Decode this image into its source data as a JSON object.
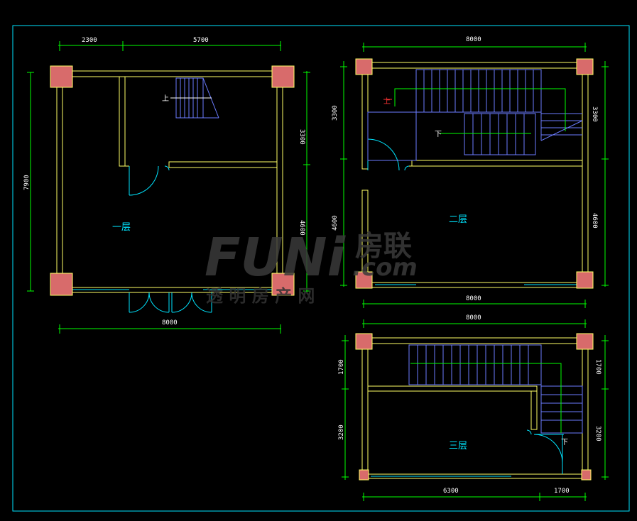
{
  "floor1": {
    "label": "一层",
    "stair_up": "上",
    "dim_top_left": "2300",
    "dim_top_right": "5700",
    "dim_left": "7900",
    "dim_right_top": "3300",
    "dim_right_bottom": "4600",
    "dim_bottom": "8000"
  },
  "floor2": {
    "label": "二层",
    "stair_up": "上",
    "stair_down": "下",
    "dim_top": "8000",
    "dim_left_top": "3300",
    "dim_left_bottom": "4600",
    "dim_right_top": "3300",
    "dim_right_bottom": "4600",
    "dim_bottom": "8000"
  },
  "floor3": {
    "label": "三层",
    "stair_down": "下",
    "dim_top": "8000",
    "dim_left_top": "1700",
    "dim_left_bottom": "3200",
    "dim_right_top": "1700",
    "dim_right_bottom": "3200",
    "dim_bottom_left": "6300",
    "dim_bottom_right": "1700"
  },
  "watermark": {
    "brand": "FUNi",
    "brand_cn": "房联",
    "domain": ".com",
    "tagline": "透 明 房 产 网"
  },
  "colors": {
    "wall": "#ffff66",
    "column": "#d86b6b",
    "dimension": "#00ff00",
    "stair": "#6b7dff",
    "door": "#00e5ff",
    "border": "#00e5ff"
  }
}
